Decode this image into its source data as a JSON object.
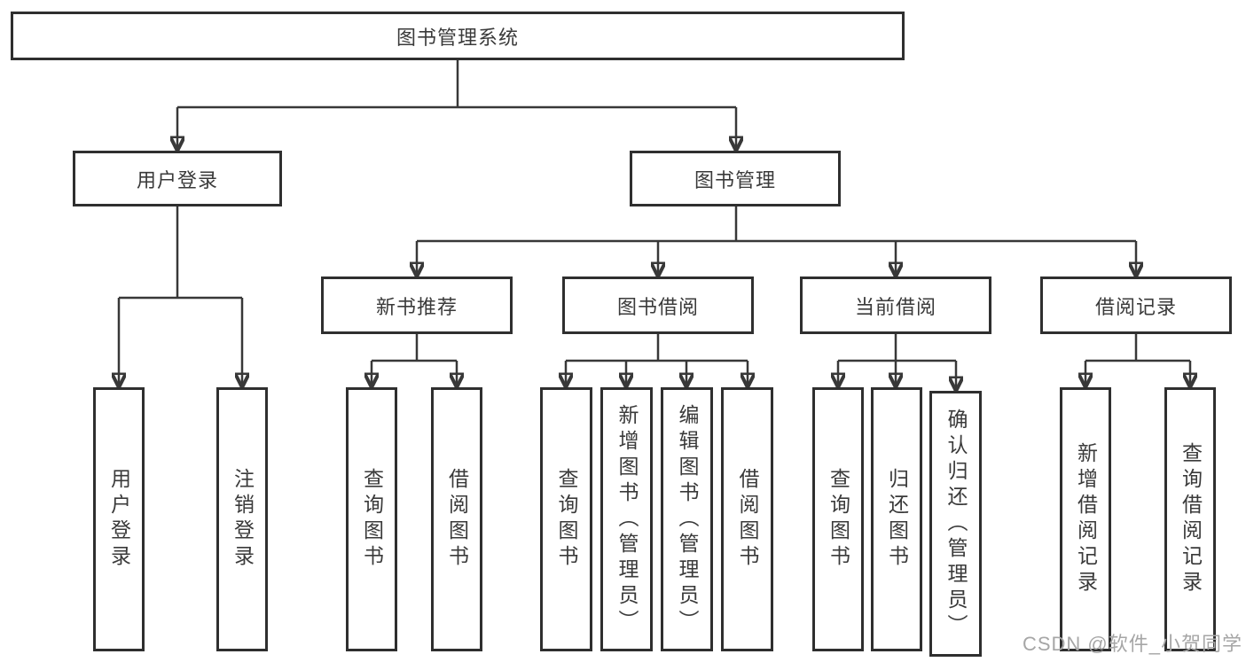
{
  "diagram": {
    "root": {
      "label": "图书管理系统"
    },
    "level2": {
      "user_login": {
        "label": "用户登录"
      },
      "book_mgmt": {
        "label": "图书管理"
      }
    },
    "level3": {
      "new_book_rec": {
        "label": "新书推荐"
      },
      "book_borrow": {
        "label": "图书借阅"
      },
      "current_borrow": {
        "label": "当前借阅"
      },
      "borrow_records": {
        "label": "借阅记录"
      }
    },
    "leaves": {
      "user_login_leaf": {
        "label": "用户登录"
      },
      "logout_leaf": {
        "label": "注销登录"
      },
      "rec_query_books": {
        "label": "查询图书"
      },
      "rec_borrow_books": {
        "label": "借阅图书"
      },
      "bb_query_books": {
        "label": "查询图书"
      },
      "bb_add_books": {
        "label": "新增图书（管理员）"
      },
      "bb_edit_books": {
        "label": "编辑图书（管理员）"
      },
      "bb_borrow_books": {
        "label": "借阅图书"
      },
      "cb_query_books": {
        "label": "查询图书"
      },
      "cb_return_books": {
        "label": "归还图书"
      },
      "cb_confirm_return": {
        "label": "确认归还（管理员）"
      },
      "br_add_record": {
        "label": "新增借阅记录"
      },
      "br_query_record": {
        "label": "查询借阅记录"
      }
    },
    "watermark": "CSDN @软件_小贺同学",
    "colors": {
      "line": "#383838",
      "border": "#2f2f2f",
      "text": "#3a3a3a",
      "watermark": "#a6a6a6",
      "background": "#ffffff"
    }
  }
}
